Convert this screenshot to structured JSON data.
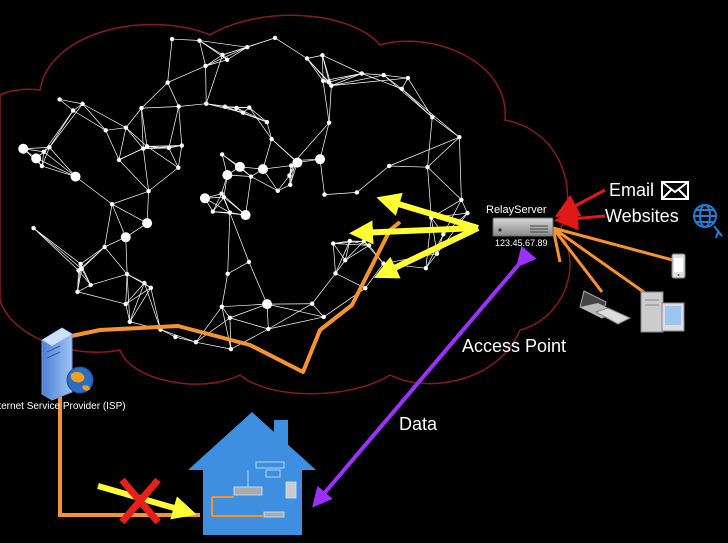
{
  "isp": {
    "label": "Internet Service Provider (ISP)"
  },
  "relay": {
    "name": "RelayServer",
    "ip": "123.45.67.89"
  },
  "services": {
    "email": "Email",
    "websites": "Websites"
  },
  "labels": {
    "access_point": "Access Point",
    "data": "Data"
  },
  "colors": {
    "background": "#000000",
    "cloud_outline": "#8b1a1a",
    "mesh": "#ffffff",
    "path": "#f7932f",
    "arrows": "#ffff33",
    "data_arrow": "#9b30ff",
    "blocked": "#e8201a",
    "house": "#3f8fe0",
    "service_arrow": "#e01818",
    "globe": "#1d7fd6"
  }
}
